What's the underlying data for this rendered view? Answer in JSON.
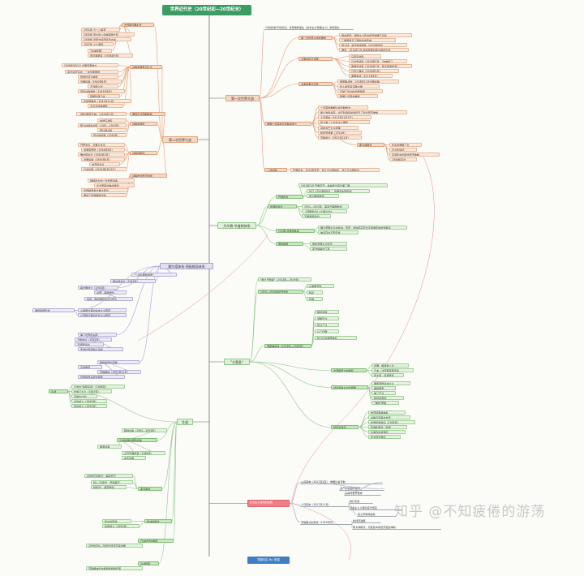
{
  "title": "世界近代史（20世纪初—20世纪末）",
  "footer": "导图社区 By: 陈墨",
  "watermark": "知乎 @不知疲倦的游荡",
  "colors": {
    "accent": "#3d9b64",
    "line_orange": "#e7a07a",
    "line_green": "#8fc88b",
    "line_purple": "#a8a0d4",
    "line_pink": "#e98d93",
    "line_gray": "#9aa6b4"
  },
  "branches": {
    "ww1": "第一次世界大战",
    "ww2": "第二次世界大战",
    "interwar": "凡尔赛-华盛顿体系",
    "depression": "\"大萧条\"",
    "yalta": "雅尔塔体系-两极格局体系",
    "coldwar": "冷战",
    "socialist": "社会主义运动的发展"
  },
  "nodes": [
    {
      "id": "ww1_a",
      "text": "19世纪末20世纪初，世界格局发生（资本主义帝国主义）激烈变化"
    },
    {
      "id": "ww1_b",
      "text": "第一次世界大战的爆发"
    },
    {
      "id": "ww1_b1",
      "text": "根本原因：帝国主义政治经济发展不平衡"
    },
    {
      "id": "ww1_b2",
      "text": "三国同盟与三国协约的形成"
    },
    {
      "id": "ww1_b3",
      "text": "导火线：萨拉热窝事件（1914年6月）"
    },
    {
      "id": "ww1_b4",
      "text": "爆发：1914年7月 奥匈帝国对塞尔维亚宣战"
    },
    {
      "id": "ww1_c",
      "text": "主要战役与进程"
    },
    {
      "id": "ww1_c1",
      "text": "马恩河战役"
    },
    {
      "id": "ww1_c2",
      "text": "凡尔登战役（1916年2月，\"绞肉机\"）"
    },
    {
      "id": "ww1_c3",
      "text": "索姆河战役（1916年7月，首次使用坦克）"
    },
    {
      "id": "ww1_c4",
      "text": "日德兰海战（1916年5月）"
    },
    {
      "id": "ww1_c5",
      "text": "美国参战（1917年4月）"
    },
    {
      "id": "ww1_d",
      "text": "战争结果与影响"
    },
    {
      "id": "ww1_d1",
      "text": "同盟国战败，1918年11月德国投降"
    },
    {
      "id": "ww1_d2",
      "text": "给人类带来深重灾难"
    },
    {
      "id": "ww1_d3",
      "text": "打破了欧洲的均势格局"
    },
    {
      "id": "ww1_d4",
      "text": "俄国十月革命爆发"
    },
    {
      "id": "ww1_e",
      "text": "俄国十月革命与苏联的建立"
    },
    {
      "id": "ww1_e1",
      "text": "二月革命推翻沙皇专制统治"
    },
    {
      "id": "ww1_e2",
      "text": "两个政权并存：资产阶级临时政府与工兵代表苏维埃"
    },
    {
      "id": "ww1_e3",
      "text": "十月革命（1917年11月7日）"
    },
    {
      "id": "ww1_e4",
      "text": "建立第一个社会主义国家"
    },
    {
      "id": "ww1_e5",
      "text": "战时共产主义政策"
    },
    {
      "id": "ww1_e6",
      "text": "新经济政策（1921年）"
    },
    {
      "id": "ww1_e7",
      "text": "苏联成立（1922年12月）"
    },
    {
      "id": "ww1_f",
      "text": "斯大林模式"
    },
    {
      "id": "ww1_f1",
      "text": "优先发展重工业"
    },
    {
      "id": "ww1_f2",
      "text": "农业集体化"
    },
    {
      "id": "ww1_f3",
      "text": "高度集中的政治经济体制"
    },
    {
      "id": "ww1_f4",
      "text": "1936年宪法"
    },
    {
      "id": "ww1_g",
      "text": "一战后期"
    },
    {
      "id": "ww1_g1",
      "text": "巴黎和会，1919年召开，建立凡尔赛体系，签订凡尔赛和约"
    },
    {
      "id": "ver_a",
      "text": "巴黎和会"
    },
    {
      "id": "ver_a1",
      "text": "1919年1月 巴黎召开，操纵者为英法美三国"
    },
    {
      "id": "ver_a2",
      "text": "签订《凡尔赛和约》，德国丧失殖民地"
    },
    {
      "id": "ver_a3",
      "text": "成立国际联盟"
    },
    {
      "id": "ver_b",
      "text": "华盛顿会议"
    },
    {
      "id": "ver_b1",
      "text": "1921—1922年，美英日等国参加"
    },
    {
      "id": "ver_b2",
      "text": "《四国条约》《九国公约》"
    },
    {
      "id": "ver_b3",
      "text": "五国海军条约"
    },
    {
      "id": "ver_c",
      "text": "凡尔赛-华盛顿体系"
    },
    {
      "id": "ver_c1",
      "text": "确立帝国主义在欧洲、西亚、非洲和东亚太平洋地区的统治秩序"
    },
    {
      "id": "ver_c2",
      "text": "体系存在不稳定性"
    },
    {
      "id": "ver_d",
      "text": "国际联盟"
    },
    {
      "id": "ver_d1",
      "text": "维护帝国主义和平"
    },
    {
      "id": "ver_d2",
      "text": "英法操纵的工具"
    },
    {
      "id": "dep_a",
      "text": "\"柯立芝繁荣\"（1923年—1929年）"
    },
    {
      "id": "dep_b",
      "text": "1929—1933年经济危机"
    },
    {
      "id": "dep_b1",
      "text": "从美国开始"
    },
    {
      "id": "dep_b2",
      "text": "特点"
    },
    {
      "id": "dep_b3",
      "text": "影响"
    },
    {
      "id": "dep_c",
      "text": "罗斯福新政（1933年—1939年）"
    },
    {
      "id": "dep_c1",
      "text": "整顿金融"
    },
    {
      "id": "dep_c2",
      "text": "调整农业"
    },
    {
      "id": "dep_c3",
      "text": "复兴工业"
    },
    {
      "id": "dep_c4",
      "text": "以工代赈"
    },
    {
      "id": "dep_c5",
      "text": "建立社会保障体系"
    },
    {
      "id": "dep_d",
      "text": "法西斯势力的崛起"
    },
    {
      "id": "dep_d1",
      "text": "德国：希特勒上台"
    },
    {
      "id": "dep_d2",
      "text": "日本：法西斯军部专政"
    },
    {
      "id": "dep_d3",
      "text": "意大利：墨索里尼"
    },
    {
      "id": "dep_e",
      "text": "战后资本主义的调整"
    },
    {
      "id": "dep_e1",
      "text": "国家垄断资本主义"
    },
    {
      "id": "dep_e2",
      "text": "福利国家"
    },
    {
      "id": "dep_e3",
      "text": "第三产业"
    },
    {
      "id": "dep_e4",
      "text": "新科技革命"
    },
    {
      "id": "dep_e5",
      "text": "\"滞胀\"局面"
    },
    {
      "id": "dep_f",
      "text": "经济全球化"
    },
    {
      "id": "dep_f1",
      "text": "布雷顿森林体系"
    },
    {
      "id": "dep_f2",
      "text": "关税与贸易总协定"
    },
    {
      "id": "dep_f3",
      "text": "世界贸易组织（1995年）"
    },
    {
      "id": "dep_f4",
      "text": "区域集团化：欧盟"
    },
    {
      "id": "dep_f5",
      "text": "北美自由贸易区"
    },
    {
      "id": "dep_f6",
      "text": "亚太经合组织"
    },
    {
      "id": "ww2_a",
      "text": "法西斯侵略扩张"
    },
    {
      "id": "ww2_a1",
      "text": "1931年 九一八事变"
    },
    {
      "id": "ww2_a2",
      "text": "1935年 意大利入侵埃塞俄比亚"
    },
    {
      "id": "ww2_a3",
      "text": "1936年 德意支持西班牙内战"
    },
    {
      "id": "ww2_a4",
      "text": "1937年 七七事变"
    },
    {
      "id": "ww2_a5",
      "text": "\"绥靖政策\""
    },
    {
      "id": "ww2_a6",
      "text": "慕尼黑阴谋（1938年9月）"
    },
    {
      "id": "ww2_b",
      "text": "战争的爆发与扩大"
    },
    {
      "id": "ww2_b1",
      "text": "1939年9月1日 德国突袭波兰"
    },
    {
      "id": "ww2_b2",
      "text": "英法对德宣战，二战全面爆发"
    },
    {
      "id": "ww2_b3",
      "text": "敦刻尔克大撤退"
    },
    {
      "id": "ww2_b4",
      "text": "法国投降（1940年6月）"
    },
    {
      "id": "ww2_b5",
      "text": "不列颠之战"
    },
    {
      "id": "ww2_b6",
      "text": "苏德战争爆发（1941年6月）"
    },
    {
      "id": "ww2_b7",
      "text": "莫斯科保卫战"
    },
    {
      "id": "ww2_b8",
      "text": "珍珠港事件（1941年12月）"
    },
    {
      "id": "ww2_b9",
      "text": "太平洋战争爆发"
    },
    {
      "id": "ww2_c",
      "text": "国际反法西斯联盟"
    },
    {
      "id": "ww2_c1",
      "text": "《联合国家宣言》（1942年1月）"
    },
    {
      "id": "ww2_d",
      "text": "战争的转折"
    },
    {
      "id": "ww2_d1",
      "text": "中途岛战役"
    },
    {
      "id": "ww2_d2",
      "text": "斯大林格勒战役（1942—1943年）"
    },
    {
      "id": "ww2_d3",
      "text": "阿拉曼战役"
    },
    {
      "id": "ww2_d4",
      "text": "意大利投降（1943年）"
    },
    {
      "id": "ww2_e",
      "text": "战争的胜利"
    },
    {
      "id": "ww2_e1",
      "text": "开罗会议、德黑兰会议"
    },
    {
      "id": "ww2_e2",
      "text": "诺曼底登陆（1944年6月）"
    },
    {
      "id": "ww2_e3",
      "text": "雅尔塔会议（1945年2月）"
    },
    {
      "id": "ww2_e4",
      "text": "德国投降（1945年5月）"
    },
    {
      "id": "ww2_e5",
      "text": "波茨坦会议"
    },
    {
      "id": "ww2_e6",
      "text": "日本投降（1945年8月15日）"
    },
    {
      "id": "ww2_f",
      "text": "战争的性质与影响"
    },
    {
      "id": "ww2_f1",
      "text": "规模最大的一次世界战争"
    },
    {
      "id": "ww2_f2",
      "text": "反法西斯战争的胜利"
    },
    {
      "id": "ww2_f3",
      "text": "世界格局发生重大变化"
    },
    {
      "id": "ww2_f4",
      "text": "推动了民族解放运动"
    },
    {
      "id": "yal_a",
      "text": "\"二战后国际格局\""
    },
    {
      "id": "yal_b",
      "text": "雅尔塔会议（1945年）"
    },
    {
      "id": "yal_c",
      "text": "联合国成立（1945年）"
    },
    {
      "id": "yal_c1",
      "text": "总部：美国纽约"
    },
    {
      "id": "yal_c2",
      "text": "宗旨：维护国际和平与安全"
    },
    {
      "id": "yal_d",
      "text": "两极格局形成"
    },
    {
      "id": "yal_d1",
      "text": "以美国为首的资本主义阵营"
    },
    {
      "id": "yal_d2",
      "text": "以苏联为首的社会主义阵营"
    },
    {
      "id": "yal_e",
      "text": "第三世界的兴起"
    },
    {
      "id": "yal_e1",
      "text": "万隆会议（1955年）"
    },
    {
      "id": "yal_e2",
      "text": "不结盟运动"
    },
    {
      "id": "yal_e3",
      "text": "亚非拉民族独立运动"
    },
    {
      "id": "yal_f",
      "text": "两极格局的瓦解"
    },
    {
      "id": "yal_f1",
      "text": "东欧剧变"
    },
    {
      "id": "yal_f2",
      "text": "苏联解体（1991年12月）"
    },
    {
      "id": "yal_f3",
      "text": "世界格局多极化趋势"
    },
    {
      "id": "cw_a",
      "text": "冷战"
    },
    {
      "id": "cw_a1",
      "text": "丘吉尔\"铁幕演说\"（1946年）"
    },
    {
      "id": "cw_a2",
      "text": "杜鲁门主义（1947年）"
    },
    {
      "id": "cw_a3",
      "text": "马歇尔计划"
    },
    {
      "id": "cw_a4",
      "text": "北约成立（1949年）"
    },
    {
      "id": "cw_a5",
      "text": "华约成立（1955年）"
    },
    {
      "id": "cw_b",
      "text": "冷战时期的局部战争"
    },
    {
      "id": "cw_b1",
      "text": "朝鲜战争（1950—1953年）"
    },
    {
      "id": "cw_b2",
      "text": "越南战争"
    },
    {
      "id": "cw_b3",
      "text": "古巴导弹危机（1962年）"
    },
    {
      "id": "cw_b4",
      "text": "中东战争"
    },
    {
      "id": "cw_c",
      "text": "美苏争霸"
    },
    {
      "id": "cw_c1",
      "text": "20世纪50年代：美攻苏守"
    },
    {
      "id": "cw_c2",
      "text": "60—70年代：苏攻美守"
    },
    {
      "id": "cw_c3",
      "text": "80年代：美苏缓和"
    },
    {
      "id": "cw_d",
      "text": "欧洲的联合"
    },
    {
      "id": "cw_d1",
      "text": "欧洲共同体"
    },
    {
      "id": "cw_d2",
      "text": "欧盟成立（1993年）"
    },
    {
      "id": "cw_e",
      "text": "日本经济的崛起"
    },
    {
      "id": "cw_e1",
      "text": "20世纪50—70年代经济高速发展"
    },
    {
      "id": "cw_f",
      "text": "冷战结束"
    },
    {
      "id": "cw_f1",
      "text": "苏联解体标志着两极格局结束"
    },
    {
      "id": "soc_a",
      "text": "二月革命（1917年3月）：推翻沙皇专制"
    },
    {
      "id": "soc_a1",
      "text": "资产阶级临时政府"
    },
    {
      "id": "soc_a2",
      "text": "工兵代表苏维埃"
    },
    {
      "id": "soc_b",
      "text": "十月革命（1917年11月）"
    },
    {
      "id": "soc_b1",
      "text": "攻打冬宫"
    },
    {
      "id": "soc_b2",
      "text": "社会主义从理论变为现实"
    },
    {
      "id": "soc_b3",
      "text": "建立苏维埃政权"
    },
    {
      "id": "soc_c",
      "text": "苏联模式的形成（1920年代）"
    },
    {
      "id": "soc_c1",
      "text": "新经济政策"
    },
    {
      "id": "soc_c2",
      "text": "斯大林模式：高度集中的经济政治体制"
    }
  ]
}
